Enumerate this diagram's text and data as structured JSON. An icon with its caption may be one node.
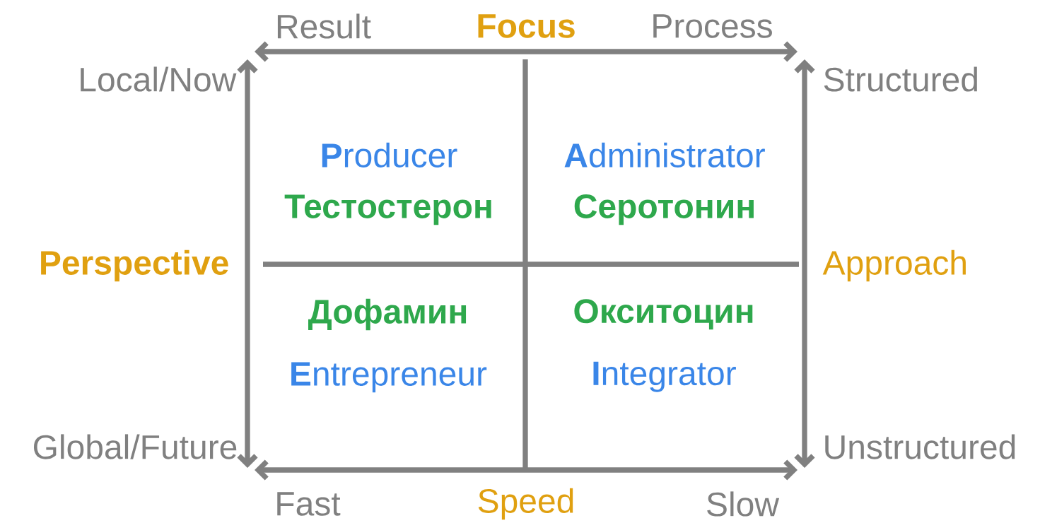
{
  "diagram": {
    "nodes": [
      {
        "text": [
          "**P**roducer",
          "Тестостерон"
        ]
      },
      {
        "text": [
          "**A**dministrator",
          "Серотонин"
        ]
      },
      {
        "text": [
          "Дофамин",
          "**E**ntrepreneur"
        ]
      },
      {
        "text": [
          "Окситоцин",
          "**I**ntegrator"
        ]
      }
    ],
    "labels": [
      "Result",
      "Focus",
      "Process",
      "Local/Now",
      "Structured",
      "Perspective",
      "Approach",
      "Global/Future",
      "Unstructured",
      "Fast",
      "Speed",
      "Slow"
    ]
  }
}
